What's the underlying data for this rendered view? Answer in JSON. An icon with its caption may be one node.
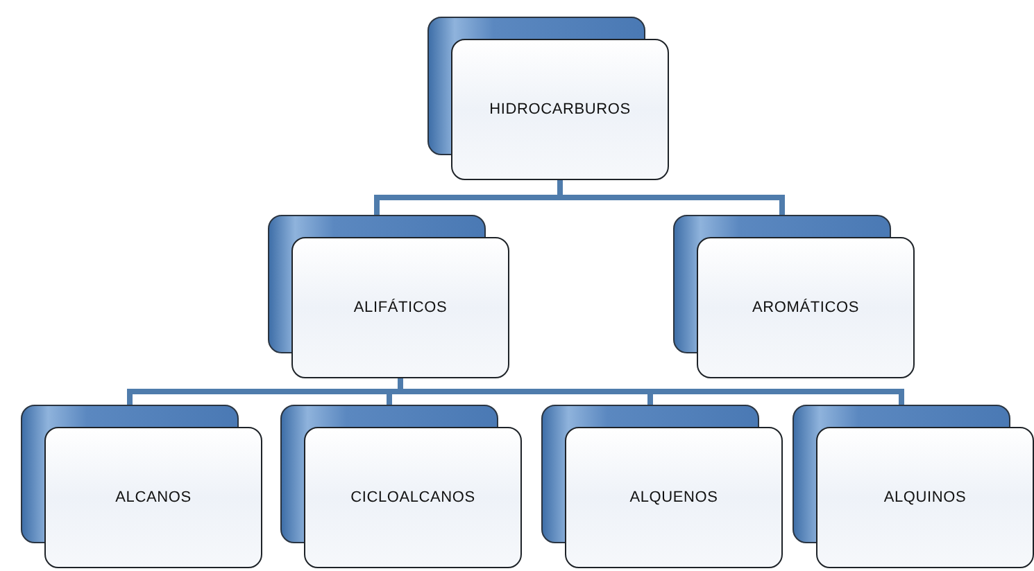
{
  "diagram": {
    "nodes": [
      {
        "text": [
          "HIDROCARBUROS"
        ]
      },
      {
        "text": [
          "ALIFÁTICOS"
        ]
      },
      {
        "text": [
          "AROMÁTICOS"
        ]
      },
      {
        "text": [
          "ALCANOS"
        ]
      },
      {
        "text": [
          "CICLOALCANOS"
        ]
      },
      {
        "text": [
          "ALQUENOS"
        ]
      },
      {
        "text": [
          "ALQUINOS"
        ]
      }
    ],
    "edges": [
      {
        "from": 0,
        "to": 1,
        "arrow": "none"
      },
      {
        "from": 0,
        "to": 2,
        "arrow": "none"
      },
      {
        "from": 1,
        "to": 3,
        "arrow": "none"
      },
      {
        "from": 1,
        "to": 4,
        "arrow": "none"
      },
      {
        "from": 1,
        "to": 5,
        "arrow": "none"
      },
      {
        "from": 1,
        "to": 6,
        "arrow": "none"
      }
    ]
  }
}
